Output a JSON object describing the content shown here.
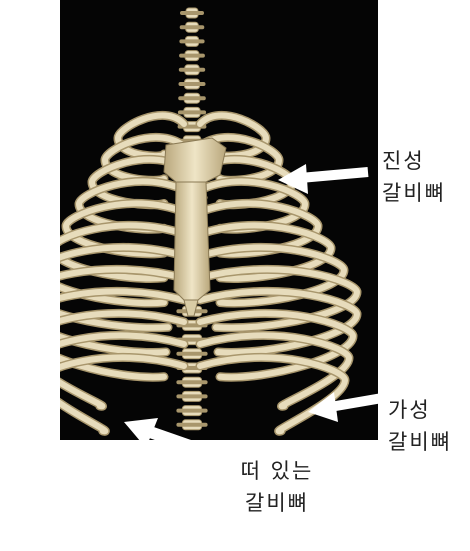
{
  "labels": {
    "true_ribs": [
      "진성",
      "갈비뼈"
    ],
    "false_ribs": [
      "가성",
      "갈비뼈"
    ],
    "floating_ribs": [
      "떠 있는",
      "갈비뼈"
    ]
  },
  "colors": {
    "background": "#050505",
    "bone": "#e7dcbc",
    "bone_shadow": "#a8966c",
    "arrow": "#ffffff"
  }
}
